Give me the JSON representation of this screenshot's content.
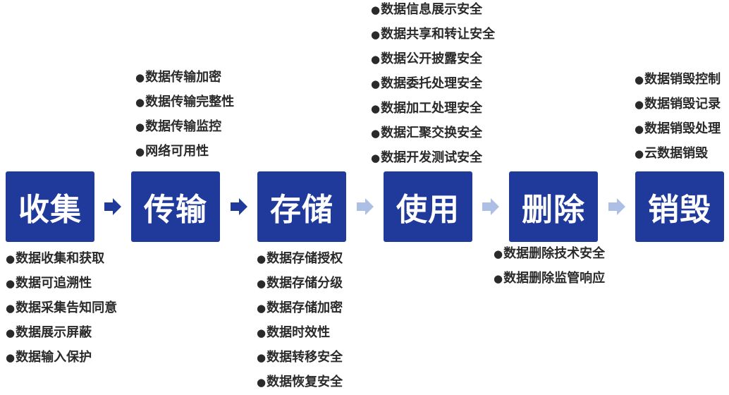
{
  "colors": {
    "stage_fill": "#1f3a9a",
    "arrow_dark": "#1f3a9a",
    "arrow_light": "#aebfe6",
    "text": "#2a2a2a"
  },
  "stages": [
    {
      "label": "收集",
      "items": [
        "数据收集和获取",
        "数据可追溯性",
        "数据采集告知同意",
        "数据展示屏蔽",
        "数据输入保护"
      ]
    },
    {
      "label": "传输",
      "items": [
        "数据传输加密",
        "数据传输完整性",
        "数据传输监控",
        "网络可用性"
      ]
    },
    {
      "label": "存储",
      "items": [
        "数据存储授权",
        "数据存储分级",
        "数据存储加密",
        "数据时效性",
        "数据转移安全",
        "数据恢复安全"
      ]
    },
    {
      "label": "使用",
      "items": [
        "数据信息展示安全",
        "数据共享和转让安全",
        "数据公开披露安全",
        "数据委托处理安全",
        "数据加工处理安全",
        "数据汇聚交换安全",
        "数据开发测试安全"
      ]
    },
    {
      "label": "删除",
      "items": [
        "数据删除技术安全",
        "数据删除监管响应"
      ]
    },
    {
      "label": "销毁",
      "items": [
        "数据销毁控制",
        "数据销毁记录",
        "数据销毁处理",
        "云数据销毁"
      ]
    }
  ],
  "arrows": [
    {
      "icon": "arrow-right-icon",
      "style": "dark"
    },
    {
      "icon": "arrow-right-icon",
      "style": "dark"
    },
    {
      "icon": "arrow-right-icon",
      "style": "light"
    },
    {
      "icon": "arrow-right-icon",
      "style": "light"
    },
    {
      "icon": "arrow-right-icon",
      "style": "light"
    }
  ]
}
